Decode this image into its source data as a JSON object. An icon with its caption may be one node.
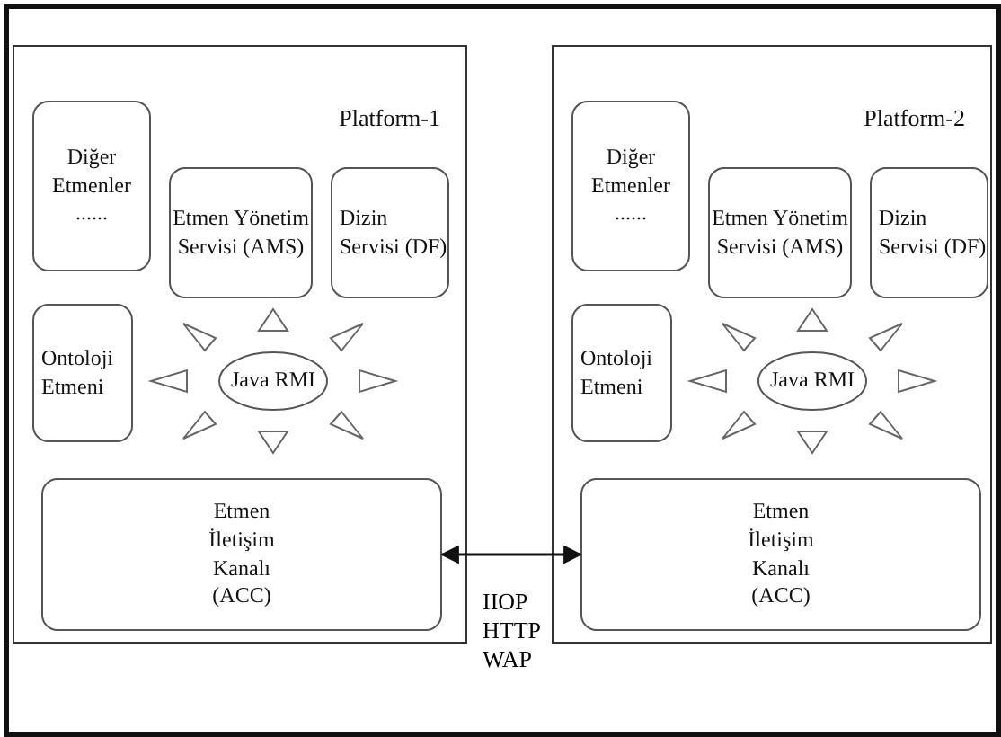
{
  "diagram": {
    "nodes": [
      {
        "text": [
          "Platform-1"
        ]
      },
      {
        "text": [
          "Diğer Etmenler",
          "......"
        ],
        "in": 0
      },
      {
        "text": [
          "Etmen Yönetim Servisi (AMS)"
        ],
        "in": 0
      },
      {
        "text": [
          "Dizin Servisi (DF)"
        ],
        "in": 0
      },
      {
        "text": [
          "Ontoloji Etmeni"
        ],
        "in": 0
      },
      {
        "text": [
          "Java RMI"
        ],
        "in": 0
      },
      {
        "text": [
          "Etmen İletişim Kanalı (ACC)"
        ],
        "in": 0
      },
      {
        "text": [
          "Platform-2"
        ]
      },
      {
        "text": [
          "Diğer Etmenler",
          "......"
        ],
        "in": 7
      },
      {
        "text": [
          "Etmen Yönetim Servisi (AMS)"
        ],
        "in": 7
      },
      {
        "text": [
          "Dizin Servisi (DF)"
        ],
        "in": 7
      },
      {
        "text": [
          "Ontoloji Etmeni"
        ],
        "in": 7
      },
      {
        "text": [
          "Java RMI"
        ],
        "in": 7
      },
      {
        "text": [
          "Etmen İletişim Kanalı (ACC)"
        ],
        "in": 7
      }
    ],
    "edges": [
      {
        "from": 6,
        "to": 13,
        "arrow": "both",
        "label": "IIOP HTTP WAP"
      }
    ]
  }
}
